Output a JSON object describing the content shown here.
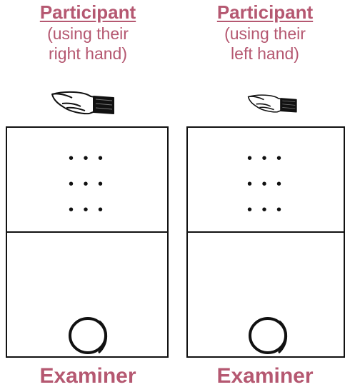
{
  "columns": [
    {
      "title": "Participant",
      "subtitle_line1": "(using their",
      "subtitle_line2": "right hand)",
      "hand_icon": "pointing-hand-icon",
      "dots": [
        "• • •",
        "• • •",
        "• • •"
      ],
      "bottom_label": "Examiner"
    },
    {
      "title": "Participant",
      "subtitle_line1": "(using their",
      "subtitle_line2": "left hand)",
      "hand_icon": "pointing-hand-icon",
      "dots": [
        "• • •",
        "• • •",
        "• • •"
      ],
      "bottom_label": "Examiner"
    }
  ],
  "colors": {
    "label": "#b55871",
    "line": "#111111"
  }
}
